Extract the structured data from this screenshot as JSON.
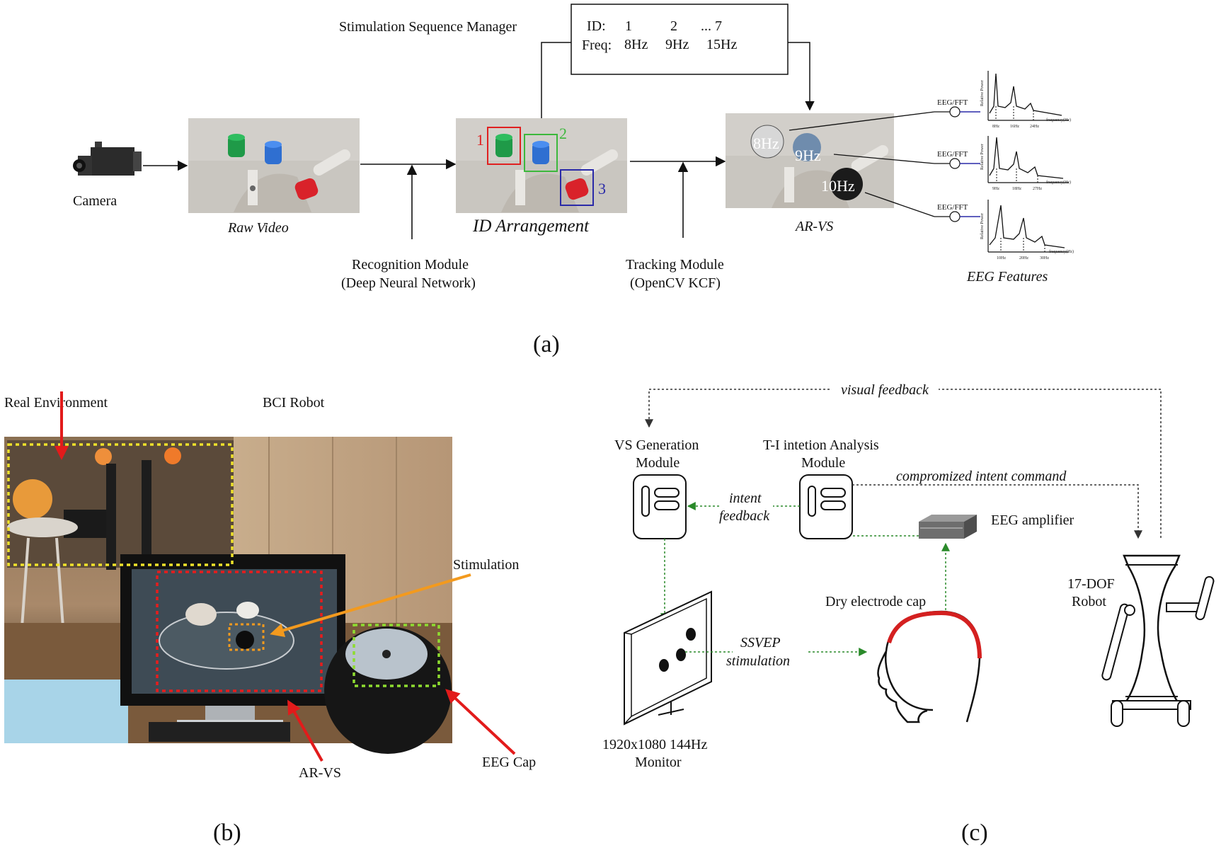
{
  "panel_a": {
    "letter": "(a)",
    "camera_label": "Camera",
    "raw_video_caption": "Raw Video",
    "id_arrangement_caption": "ID Arrangement",
    "arvs_caption": "AR-VS",
    "eeg_features_caption": "EEG Features",
    "stim_manager_label": "Stimulation Sequence Manager",
    "sequence_table": {
      "id_label": "ID:",
      "freq_label": "Freq:",
      "ids": [
        "1",
        "2",
        "... 7"
      ],
      "freqs": [
        "8Hz",
        "9Hz",
        "15Hz"
      ]
    },
    "recognition_module": [
      "Recognition Module",
      "(Deep Neural Network)"
    ],
    "tracking_module": [
      "Tracking Module",
      "(OpenCV KCF)"
    ],
    "box_ids": [
      "1",
      "2",
      "3"
    ],
    "freq_overlays": [
      "8Hz",
      "9Hz",
      "10Hz"
    ],
    "eeg_fft_label": "EEG/FFT",
    "spectra_ticks": [
      [
        "8Hz",
        "16Hz",
        "24Hz"
      ],
      [
        "9Hz",
        "18Hz",
        "27Hz"
      ],
      [
        "10Hz",
        "20Hz",
        "30Hz"
      ]
    ],
    "spectra_ylabel": "Relative Power",
    "spectra_xlabel": "frequency(Hz)"
  },
  "panel_b": {
    "letter": "(b)",
    "real_environment": "Real Environment",
    "bci_robot": "BCI Robot",
    "stimulation": "Stimulation",
    "arvs": "AR-VS",
    "eeg_cap": "EEG Cap"
  },
  "panel_c": {
    "letter": "(c)",
    "visual_feedback": "visual feedback",
    "vs_module": [
      "VS Generation",
      "Module"
    ],
    "ti_module": [
      "T-I intetion Analysis",
      "Module"
    ],
    "compromized_command": "compromized intent command",
    "intent_feedback": [
      "intent",
      "feedback"
    ],
    "eeg_amplifier": "EEG amplifier",
    "dry_electrode_cap": "Dry electrode cap",
    "ssvep_stimulation": [
      "SSVEP",
      "stimulation"
    ],
    "monitor": [
      "1920x1080 144Hz",
      "Monitor"
    ],
    "robot": [
      "17-DOF",
      "Robot"
    ]
  },
  "colors": {
    "box_red": "#e02020",
    "box_green": "#3cb83c",
    "box_blue": "#2a2aa8",
    "arrow_red": "#e21b1b",
    "arrow_orange": "#f39a1e",
    "dotted_yellow": "#f0e22a",
    "dotted_red": "#e81c1c",
    "dotted_green": "#8edc30",
    "dotted_flow": "#2a8a2a",
    "cap_red": "#d42020"
  }
}
